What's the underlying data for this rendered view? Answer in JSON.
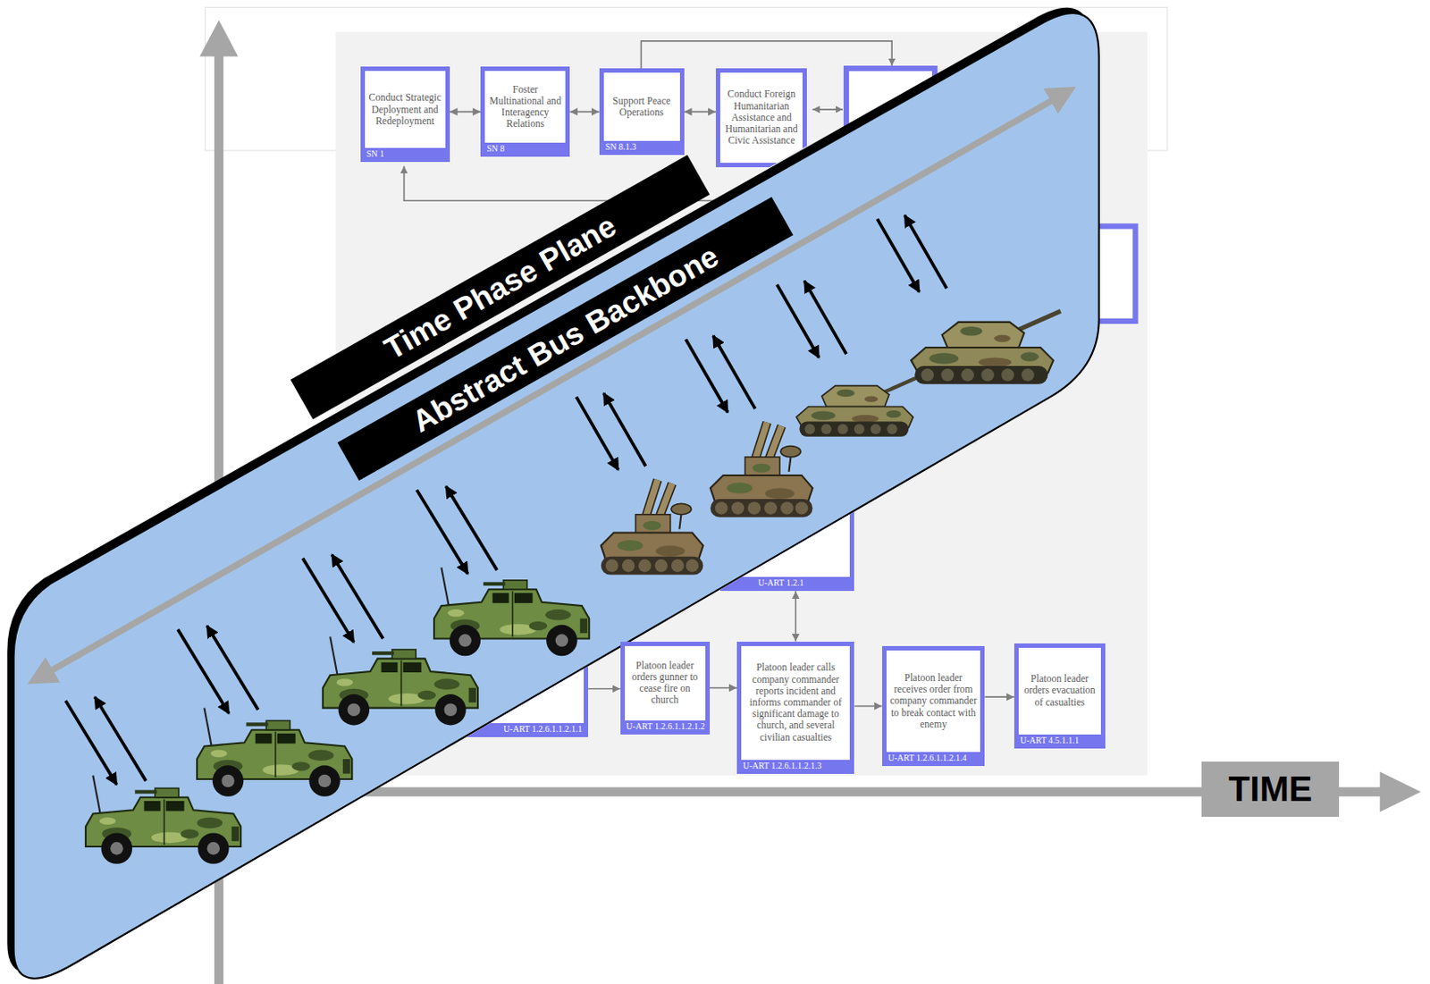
{
  "diagram": {
    "nodes": [
      {
        "text": [
          "Conduct Strategic Deployment and Redeployment",
          "SN 1"
        ]
      },
      {
        "text": [
          "Foster Multinational and Interagency Relations",
          "SN 8"
        ]
      },
      {
        "text": [
          "Support Peace Operations",
          "SN 8.1.3"
        ]
      },
      {
        "text": [
          "Conduct Foreign Humanitarian Assistance and Humanitarian and Civic Assistance"
        ]
      },
      {
        "text": [
          "Time Phase Plane"
        ]
      },
      {
        "text": [
          "Abstract Bus Backbone"
        ]
      },
      {
        "text": [
          "U-ART 1.2.1"
        ]
      },
      {
        "text": [
          "U-ART 1.2.6.1.1.2.1.1"
        ]
      },
      {
        "text": [
          "Platoon leader orders gunner to cease fire on church",
          "U-ART 1.2.6.1.1.2.1.2"
        ]
      },
      {
        "text": [
          "Platoon leader calls company commander reports incident and informs commander of significant damage to church, and several civilian casualties",
          "U-ART 1.2.6.1.1.2.1.3"
        ]
      },
      {
        "text": [
          "Platoon leader receives order from company commander to break contact with enemy",
          "U-ART 1.2.6.1.1.2.1.4"
        ]
      },
      {
        "text": [
          "Platoon leader orders evacuation of casualties",
          "U-ART 4.5.1.1.1"
        ]
      },
      {
        "text": [
          "TIME"
        ]
      }
    ],
    "edges": [
      {
        "from": 0,
        "to": 1,
        "arrow": "both"
      },
      {
        "from": 1,
        "to": 2,
        "arrow": "both"
      },
      {
        "from": 2,
        "to": 3,
        "arrow": "both"
      },
      {
        "from": 6,
        "to": 9,
        "arrow": "both"
      },
      {
        "from": 7,
        "to": 8,
        "arrow": "to"
      },
      {
        "from": 8,
        "to": 9,
        "arrow": "to"
      },
      {
        "from": 9,
        "to": 10,
        "arrow": "to"
      },
      {
        "from": 10,
        "to": 11,
        "arrow": "to"
      }
    ]
  }
}
